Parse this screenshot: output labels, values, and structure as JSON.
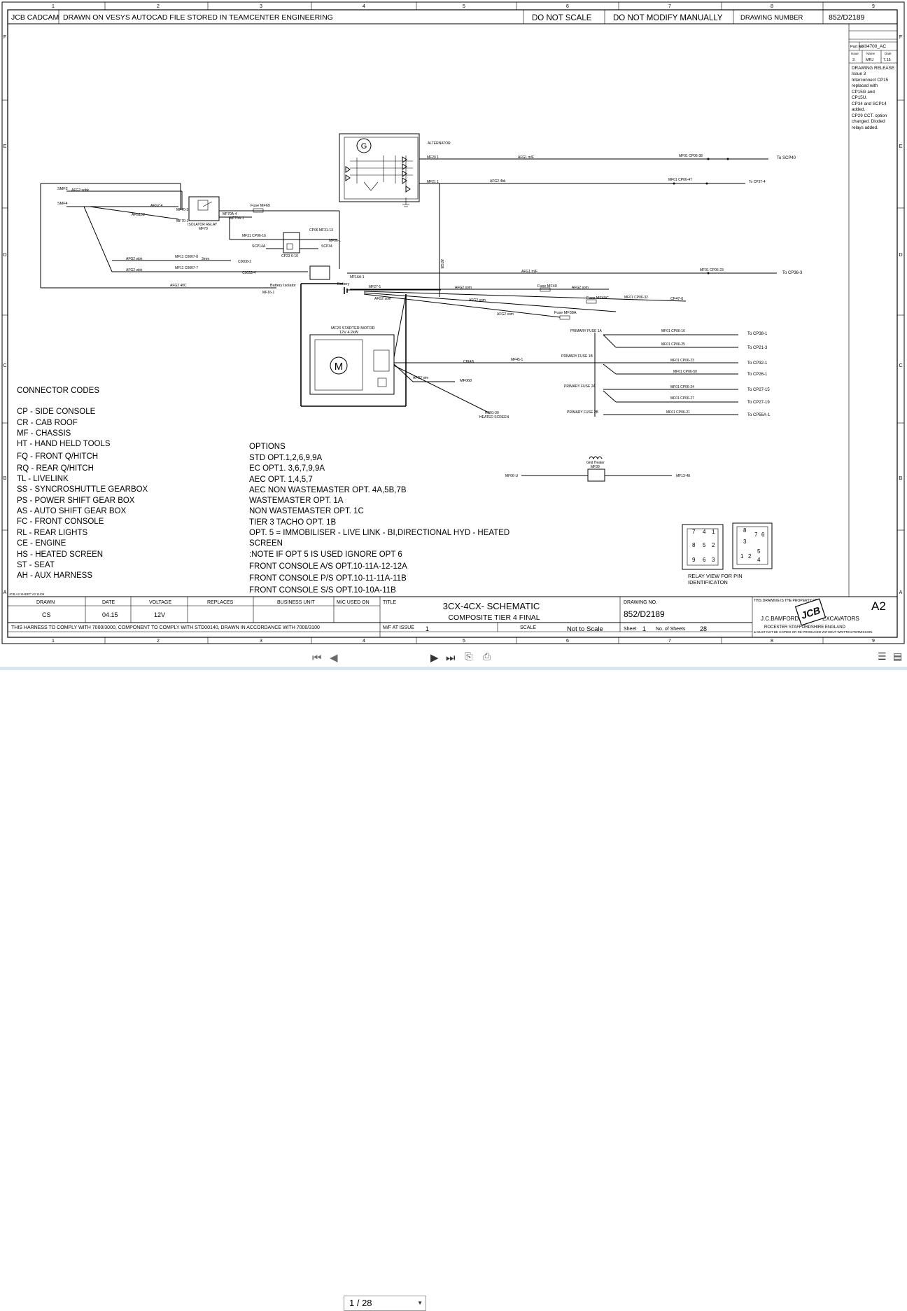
{
  "header": {
    "company": "JCB CADCAM",
    "drawn_note": "DRAWN ON VESYS AUTOCAD FILE STORED IN TEAMCENTER ENGINEERING",
    "do_not_scale": "DO NOT SCALE",
    "do_not_modify": "DO NOT MODIFY MANUALLY",
    "drawing_number_label": "DRAWING NUMBER",
    "drawing_number": "852/D2189"
  },
  "grid": {
    "columns": [
      "1",
      "2",
      "3",
      "4",
      "5",
      "6",
      "7",
      "8",
      "9"
    ],
    "rows": [
      "F",
      "E",
      "D",
      "C",
      "B",
      "A"
    ]
  },
  "revision": {
    "part_label": "Part No",
    "part_value": "K04700_AC",
    "issue_header": "Issue",
    "name_header": "Name",
    "date_header": "Date",
    "issue": "3",
    "name": "MRJ",
    "date": "7.15",
    "notes": [
      "DRAWING RELEASE",
      "Issue 3",
      "Interconnect CP15",
      "replaced with",
      "CP15G and",
      "CP15U.",
      "CP34 and SCP14",
      "added.",
      "CP29 CCT. option",
      "changed. Dioded",
      "relays added."
    ]
  },
  "connector_codes": {
    "title": "CONNECTOR CODES",
    "items": [
      "CP - SIDE CONSOLE",
      "CR - CAB ROOF",
      "MF - CHASSIS",
      "HT - HAND HELD TOOLS",
      "FQ - FRONT Q/HITCH",
      "RQ - REAR Q/HITCH",
      "TL - LIVELINK",
      "SS - SYNCROSHUTTLE GEARBOX",
      "PS - POWER SHIFT GEAR BOX",
      "AS - AUTO SHIFT GEAR BOX",
      "FC - FRONT CONSOLE",
      "RL - REAR LIGHTS",
      "CE - ENGINE",
      "HS - HEATED SCREEN",
      "ST - SEAT",
      "AH - AUX HARNESS"
    ]
  },
  "options": {
    "title": "OPTIONS",
    "items": [
      "STD OPT.1,2,6,9,9A",
      "EC  OPT1. 3,6,7,9,9A",
      "AEC OPT. 1,4,5,7",
      "AEC NON WASTEMASTER OPT. 4A,5B,7B",
      "WASTEMASTER OPT. 1A",
      "NON WASTEMASTER OPT. 1C",
      "TIER 3 TACHO OPT. 1B",
      "OPT. 5 = IMMOBILISER - LIVE LINK - BI,DIRECTIONAL HYD - HEATED",
      "SCREEN",
      ":NOTE IF OPT 5 IS USED IGNORE OPT 6",
      "FRONT CONSOLE A/S OPT.10-11A-12-12A",
      "FRONT CONSOLE P/S OPT.10-11-11A-11B",
      "FRONT CONSOLE S/S OPT.10-10A-11B"
    ]
  },
  "schematic": {
    "labels": {
      "smf2": "SMF2",
      "smf4": "SMF4",
      "alternator": "ALTERNATOR",
      "isolator_relay": "ISOLATOR RELAY",
      "isolator_relay_id": "MF70",
      "fuse_mf69": "Fuse MF69",
      "battery": "Battery",
      "battery_isolator": "Battery Isolator",
      "starter_motor": "MF23 STARTER MOTOR",
      "starter_spec": "12V 4.2kW",
      "motor_symbol": "M",
      "generator_symbol": "G",
      "fuse_mf40": "Fuse MF40",
      "fuse_mf40c": "Fuse MF40C",
      "fuse_mf38a": "Fuse MF38A",
      "mf068": "MF068",
      "heated_screen_conn": "HS01-30",
      "heated_screen": "HEATED SCREEN",
      "grid_heater": "Grid Heater",
      "grid_heater_id": "MF39",
      "mf06u": "MF06-U",
      "mf13_48": "MF13-48",
      "relay_view_1": "RELAY VIEW FOR PIN",
      "relay_view_2": "IDENTIFICATON",
      "cf47": "CF47-6",
      "c0008": "C0008-2",
      "c0033": "C0033-4",
      "cp23": "CP23 6-10",
      "scp14a": "SCP14A",
      "scp34": "SCP34",
      "mf16": "MF16-1"
    },
    "to_targets": [
      "To SCP40",
      "To CP37-4",
      "To CP36-3",
      "To CP38-1",
      "To CP21-3",
      "To CP32-1",
      "To CP26-1",
      "To CP27-15",
      "To CP27-19",
      "To CP55A-1"
    ],
    "primary_fuses": [
      "PRIMARY FUSE 1A",
      "PRIMARY FUSE 1B",
      "PRIMARY FUSE 2A",
      "PRIMARY FUSE 2B"
    ],
    "relay_pins_left": [
      "7",
      "4",
      "1",
      "8",
      "5",
      "2",
      "9",
      "6",
      "3"
    ],
    "relay_pins_right": [
      "8",
      "7",
      "6",
      "1",
      "2",
      "5",
      "4",
      "3"
    ]
  },
  "title_block": {
    "drawn_label": "DRAWN",
    "drawn": "CS",
    "date_label": "DATE",
    "date": "04.15",
    "voltage_label": "VOLTAGE",
    "voltage": "12V",
    "replaces_label": "REPLACES",
    "business_unit_label": "BUSINESS UNIT",
    "mc_used_on_label": "M/C USED ON",
    "title_label": "TITLE",
    "title_line1": "3CX-4CX- SCHEMATIC",
    "title_line2": "COMPOSITE TIER 4 FINAL",
    "drawing_no_label": "DRAWING NO.",
    "drawing_no": "852/D2189",
    "sheet_label": "Sheet",
    "sheet": "1",
    "sheets_label": "No. of Sheets",
    "sheets": "28",
    "scale_label": "SCALE",
    "scale": "Not to Scale",
    "mf_at_issue_label": "M/F AT ISSUE",
    "mf_at_issue": "1",
    "property_note": "THIS DRAWING IS THE PROPERTY OF",
    "company": "J.C.BAMFORD.",
    "company2": "EXCAVATORS",
    "address": "ROCESTER   STAFFORDSHIRE   ENGLAND",
    "copy_note": "& MUST NOT BE COPIED OR RE-PRODUCED WITHOUT WRITTEN PERMISSION",
    "logo": "JCB",
    "sheet_size": "A2",
    "comply_note": "THIS HARNESS TO COMPLY WITH 7000/3000, COMPONENT TO COMPLY WITH STD00140, DRAWN IN ACCORDANCE WITH 7000/3100",
    "template_note": "JCB A2 SHEET V3 11/09"
  },
  "viewer": {
    "current_page": "1",
    "total_pages": "28",
    "page_display": "1 / 28",
    "first_icon": "first-page-icon",
    "prev_icon": "previous-page-icon",
    "next_icon": "next-page-icon",
    "last_icon": "last-page-icon"
  }
}
